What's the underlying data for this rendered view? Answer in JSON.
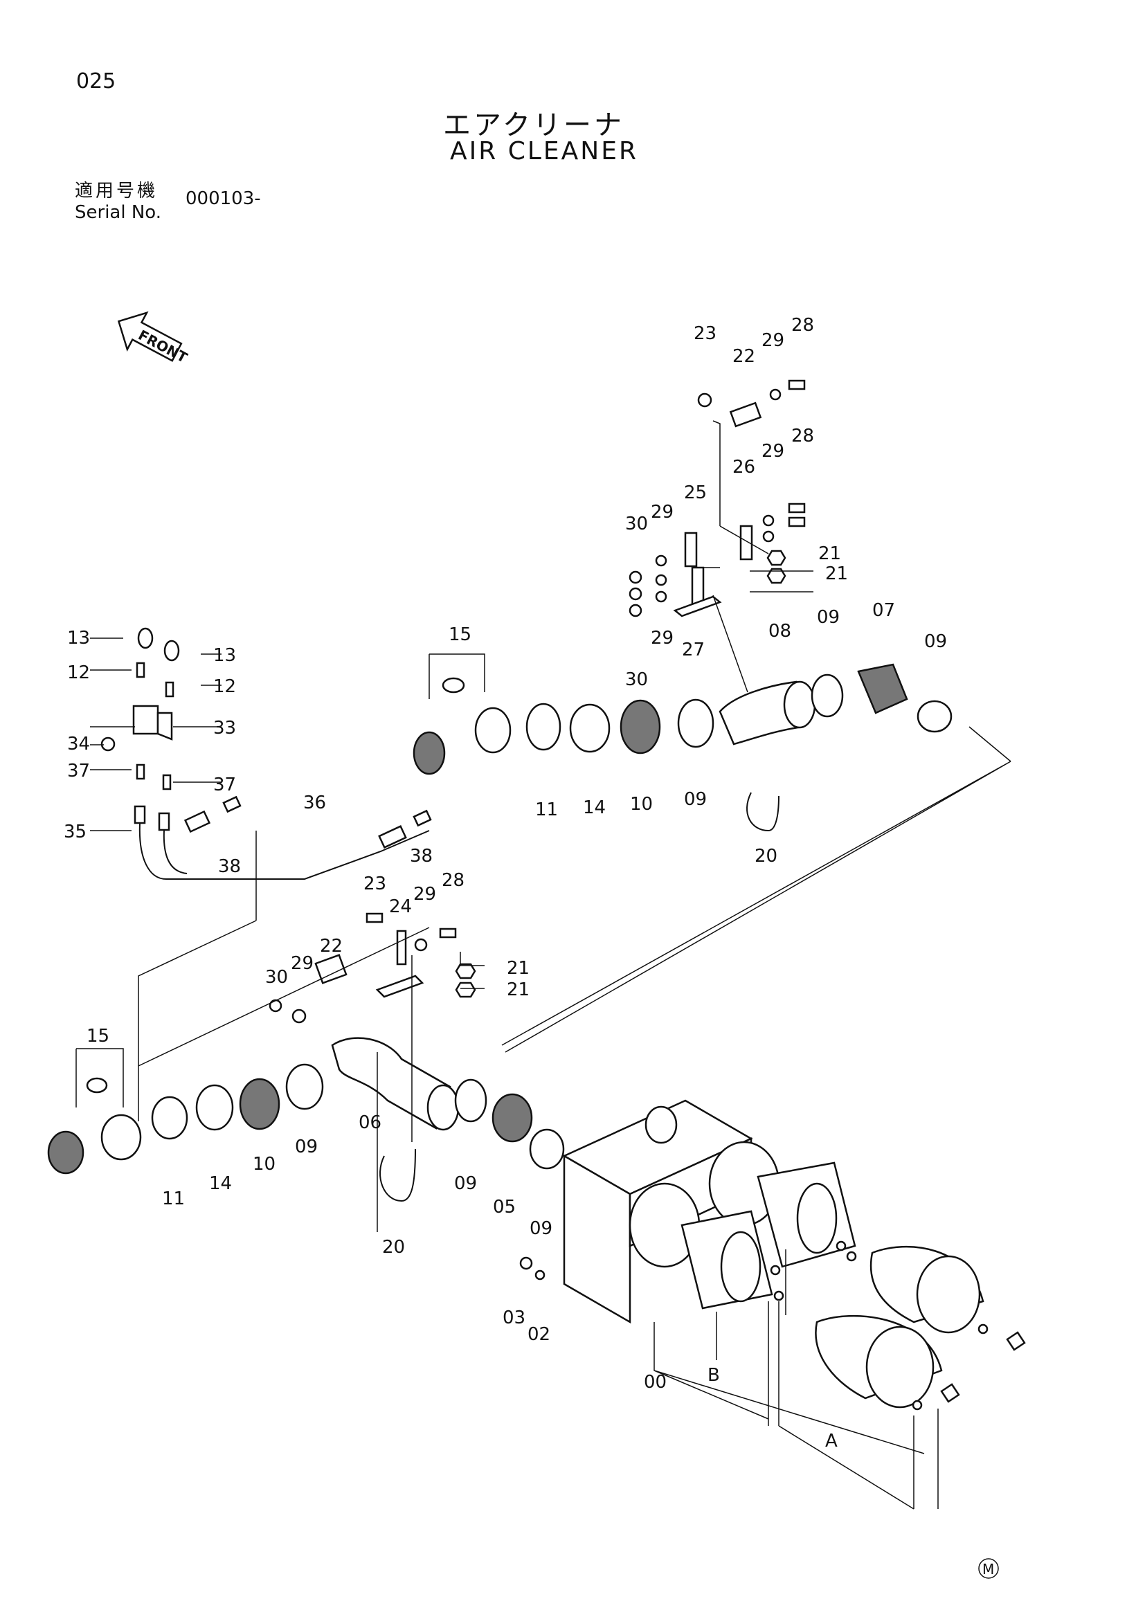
{
  "header": {
    "page_number": "025",
    "title_jp": "エアクリーナ",
    "title_en": "AIR CLEANER",
    "serial_label_jp": "適用号機",
    "serial_label_en": "Serial No.",
    "serial_value": "000103-"
  },
  "front_marker": "FRONT",
  "footer_symbol": "M",
  "callouts": [
    {
      "id": "c1",
      "text": "23"
    },
    {
      "id": "c2",
      "text": "22"
    },
    {
      "id": "c3",
      "text": "29"
    },
    {
      "id": "c4",
      "text": "28"
    },
    {
      "id": "c5",
      "text": "26"
    },
    {
      "id": "c6",
      "text": "29"
    },
    {
      "id": "c7",
      "text": "28"
    },
    {
      "id": "c8",
      "text": "25"
    },
    {
      "id": "c9",
      "text": "29"
    },
    {
      "id": "c10",
      "text": "30"
    },
    {
      "id": "c11",
      "text": "21"
    },
    {
      "id": "c12",
      "text": "21"
    },
    {
      "id": "c13",
      "text": "27"
    },
    {
      "id": "c14",
      "text": "29"
    },
    {
      "id": "c15",
      "text": "30"
    },
    {
      "id": "c16",
      "text": "08"
    },
    {
      "id": "c17",
      "text": "09"
    },
    {
      "id": "c18",
      "text": "07"
    },
    {
      "id": "c19",
      "text": "09"
    },
    {
      "id": "c20",
      "text": "15"
    },
    {
      "id": "c21",
      "text": "13"
    },
    {
      "id": "c22",
      "text": "13"
    },
    {
      "id": "c23",
      "text": "12"
    },
    {
      "id": "c24",
      "text": "12"
    },
    {
      "id": "c25",
      "text": "33"
    },
    {
      "id": "c26",
      "text": "34"
    },
    {
      "id": "c27",
      "text": "37"
    },
    {
      "id": "c28",
      "text": "37"
    },
    {
      "id": "c29",
      "text": "11"
    },
    {
      "id": "c30",
      "text": "14"
    },
    {
      "id": "c31",
      "text": "10"
    },
    {
      "id": "c32",
      "text": "09"
    },
    {
      "id": "c33",
      "text": "20"
    },
    {
      "id": "c34",
      "text": "36"
    },
    {
      "id": "c35",
      "text": "35"
    },
    {
      "id": "c36",
      "text": "38"
    },
    {
      "id": "c37",
      "text": "38"
    },
    {
      "id": "c38",
      "text": "23"
    },
    {
      "id": "c39",
      "text": "24"
    },
    {
      "id": "c40",
      "text": "29"
    },
    {
      "id": "c41",
      "text": "28"
    },
    {
      "id": "c42",
      "text": "22"
    },
    {
      "id": "c43",
      "text": "29"
    },
    {
      "id": "c44",
      "text": "30"
    },
    {
      "id": "c45",
      "text": "21"
    },
    {
      "id": "c46",
      "text": "21"
    },
    {
      "id": "c47",
      "text": "15"
    },
    {
      "id": "c48",
      "text": "11"
    },
    {
      "id": "c49",
      "text": "14"
    },
    {
      "id": "c50",
      "text": "10"
    },
    {
      "id": "c51",
      "text": "09"
    },
    {
      "id": "c52",
      "text": "06"
    },
    {
      "id": "c53",
      "text": "09"
    },
    {
      "id": "c54",
      "text": "05"
    },
    {
      "id": "c55",
      "text": "09"
    },
    {
      "id": "c56",
      "text": "20"
    },
    {
      "id": "c57",
      "text": "03"
    },
    {
      "id": "c58",
      "text": "02"
    },
    {
      "id": "c59",
      "text": "00"
    },
    {
      "id": "c60",
      "text": "B"
    },
    {
      "id": "c61",
      "text": "A"
    }
  ]
}
